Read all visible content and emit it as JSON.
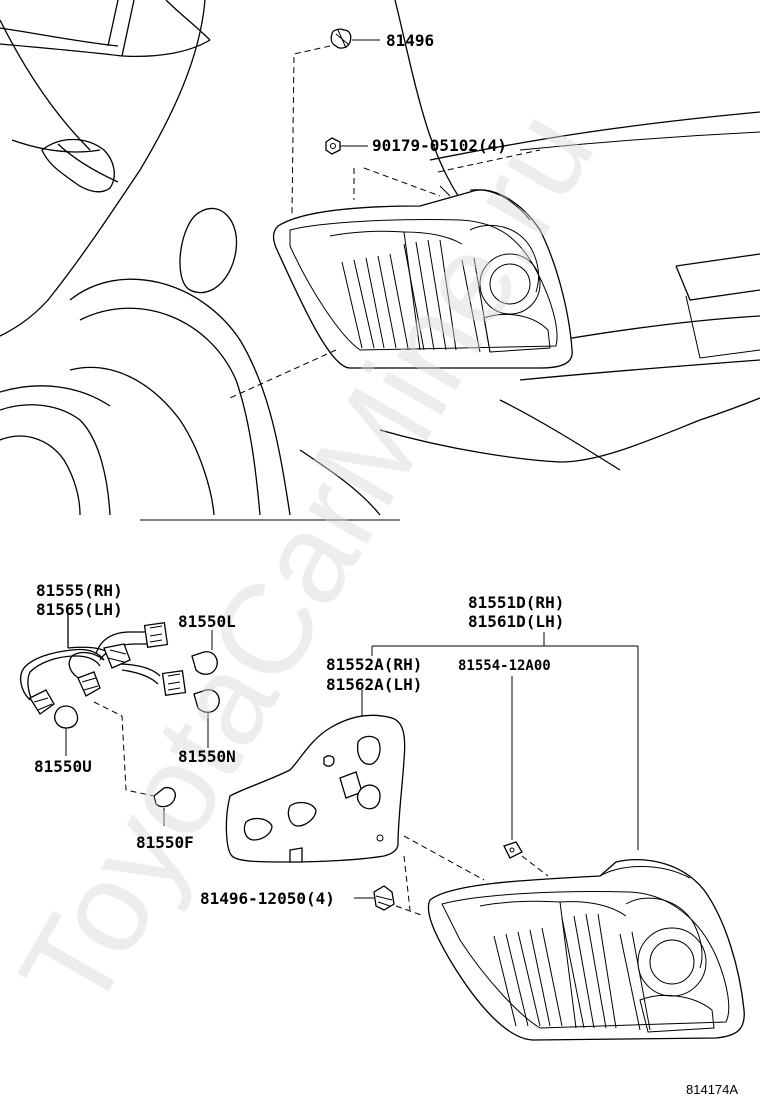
{
  "watermark": "ToyotaCarMine.ru",
  "figure_id": "814174A",
  "labels": {
    "p81496": "81496",
    "p90179": "90179-05102(4)",
    "p81555": "81555(RH)",
    "p81565": "81565(LH)",
    "p81550L": "81550L",
    "p81551D": "81551D(RH)",
    "p81561D": "81561D(LH)",
    "p81552A": "81552A(RH)",
    "p81562A": "81562A(LH)",
    "p81554": "81554-12A00",
    "p81550N": "81550N",
    "p81550U": "81550U",
    "p81550F": "81550F",
    "p81496_12050": "81496-12050(4)"
  }
}
